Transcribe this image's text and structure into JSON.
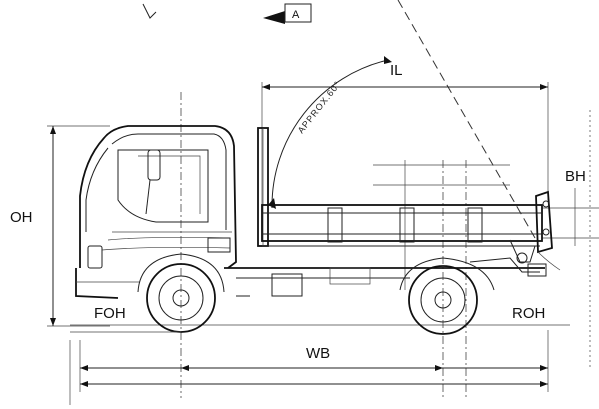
{
  "labels": {
    "il": "IL",
    "bh": "BH",
    "oh": "OH",
    "foh": "FOH",
    "roh": "ROH",
    "wb": "WB",
    "view_marker": "A",
    "angle_note": "APPROX.60°"
  }
}
